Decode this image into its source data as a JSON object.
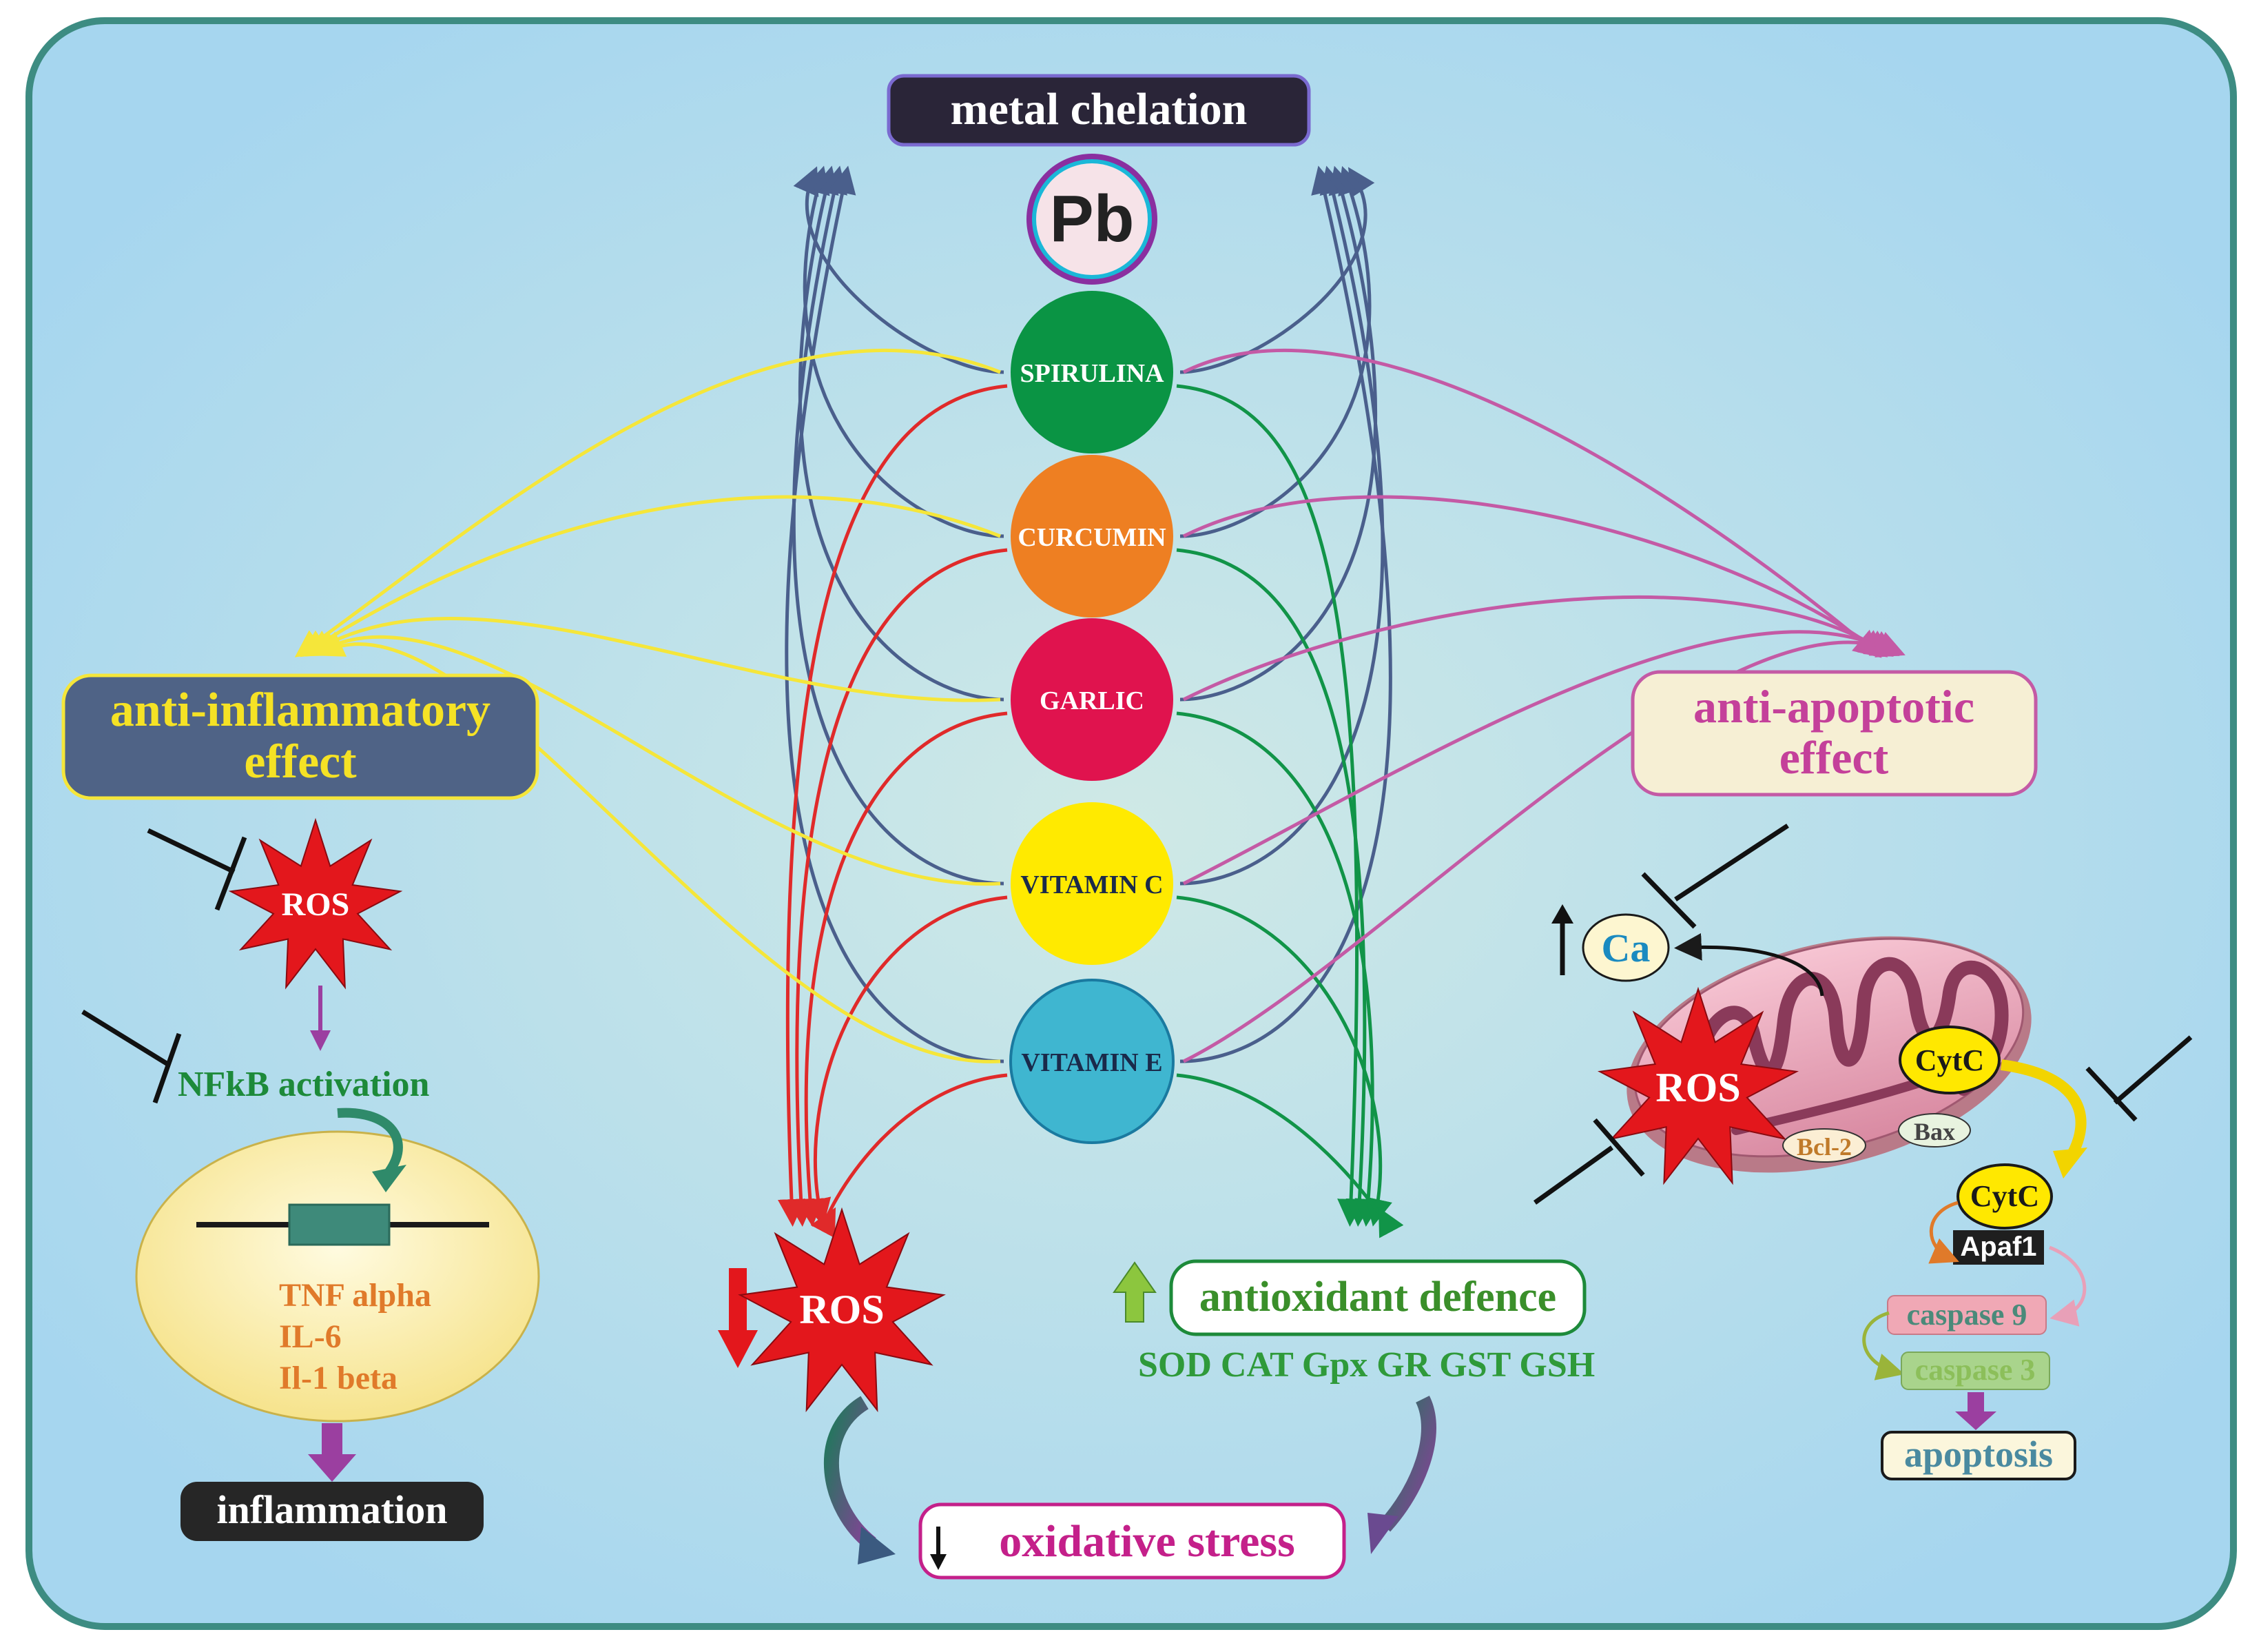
{
  "title": "metal chelation",
  "metal": "Pb",
  "agents": [
    "SPIRULINA",
    "CURCUMIN",
    "GARLIC",
    "VITAMIN C",
    "VITAMIN E"
  ],
  "agent_colors": [
    "#0a9444",
    "#ee7f22",
    "#e0134e",
    "#ffea00",
    "#3fb6d0"
  ],
  "anti_inflammatory": {
    "title_line1": "anti-inflammatory",
    "title_line2": "effect",
    "ros": "ROS",
    "nfkb": "NFkB activation",
    "cytokines": [
      "TNF alpha",
      "IL-6",
      "Il-1 beta"
    ],
    "outcome": "inflammation"
  },
  "center_bottom": {
    "ros": "ROS",
    "antioxidant": "antioxidant defence",
    "enzymes": "SOD CAT Gpx GR GST GSH",
    "oxidative": "oxidative stress"
  },
  "anti_apoptotic": {
    "title_line1": "anti-apoptotic",
    "title_line2": "effect",
    "ca": "Ca",
    "ros": "ROS",
    "cytc": "CytC",
    "bcl2": "Bcl-2",
    "bax": "Bax",
    "apaf1": "Apaf1",
    "caspase9": "caspase 9",
    "caspase3": "caspase 3",
    "apoptosis": "apoptosis"
  },
  "colors": {
    "chelation_lines": "#4a5f8c",
    "ros_lines": "#e02a2a",
    "antioxidant_lines": "#119448",
    "inflammatory_lines": "#f5e63a",
    "apoptotic_lines": "#c45aa5"
  }
}
